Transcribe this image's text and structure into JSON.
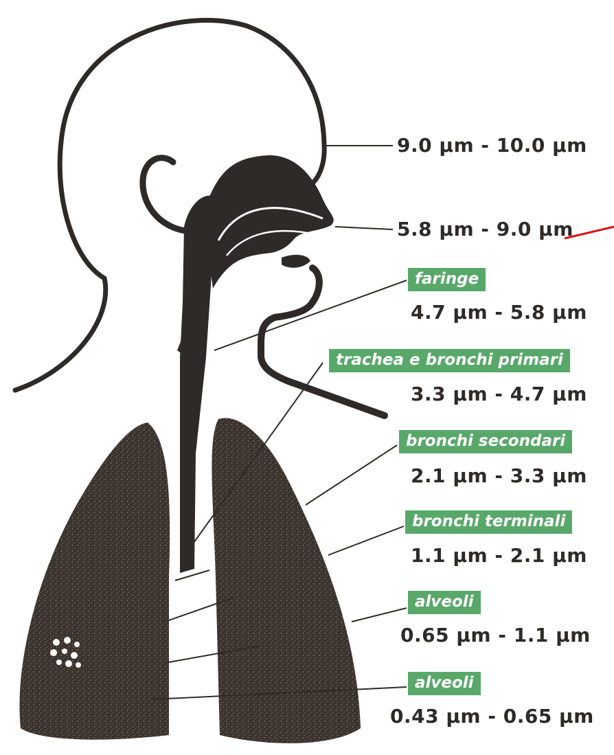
{
  "colors": {
    "tag_background": "#58a86a",
    "tag_text": "#ffffff",
    "ink": "#2e2a27",
    "arrow": "#e01010"
  },
  "labels": [
    {
      "id": "nose-range",
      "range": "9.0 µm - 10.0 µm"
    },
    {
      "id": "nasopharynx-range",
      "range": "5.8 µm - 9.0 µm"
    },
    {
      "id": "pharynx",
      "tag": "faringe",
      "range": "4.7 µm - 5.8 µm"
    },
    {
      "id": "trachea",
      "tag": "trachea e bronchi primari",
      "range": "3.3 µm - 4.7 µm"
    },
    {
      "id": "secondary-bronchi",
      "tag": "bronchi secondari",
      "range": "2.1 µm - 3.3 µm"
    },
    {
      "id": "terminal-bronchi",
      "tag": "bronchi terminali",
      "range": "1.1 µm - 2.1 µm"
    },
    {
      "id": "alveoli-1",
      "tag": "alveoli",
      "range": "0.65 µm - 1.1 µm"
    },
    {
      "id": "alveoli-2",
      "tag": "alveoli",
      "range": "0.43 µm - 0.65 µm"
    }
  ]
}
